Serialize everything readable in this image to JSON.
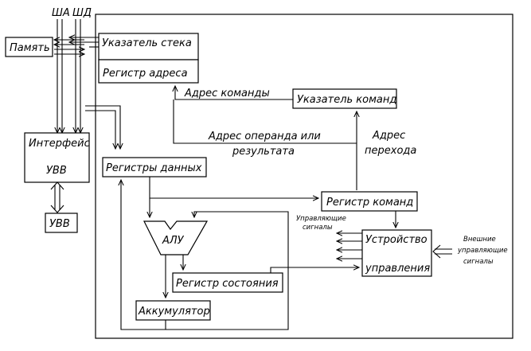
{
  "buses": {
    "address": "ША",
    "data": "ШД"
  },
  "blocks": {
    "memory": "Память",
    "stack_pointer": "Указатель стека",
    "address_register": "Регистр адреса",
    "io_interface_line1": "Интерфейс",
    "io_interface_line2": "УВВ",
    "io_device": "УВВ",
    "data_registers": "Регистры данных",
    "alu": "АЛУ",
    "status_register": "Регистр состояния",
    "accumulator": "Аккумулятор",
    "command_pointer": "Указатель команд",
    "command_register": "Регистр команд",
    "control_unit_line1": "Устройство",
    "control_unit_line2": "управления"
  },
  "labels": {
    "command_address": "Адрес команды",
    "operand_address_line1": "Адрес операнда или",
    "operand_address_line2": "результата",
    "jump_address_line1": "Адрес",
    "jump_address_line2": "перехода",
    "control_signals_line1": "Управляющие",
    "control_signals_line2": "сигналы",
    "external_signals_line1": "Внешние",
    "external_signals_line2": "управляющие",
    "external_signals_line3": "сигналы"
  }
}
